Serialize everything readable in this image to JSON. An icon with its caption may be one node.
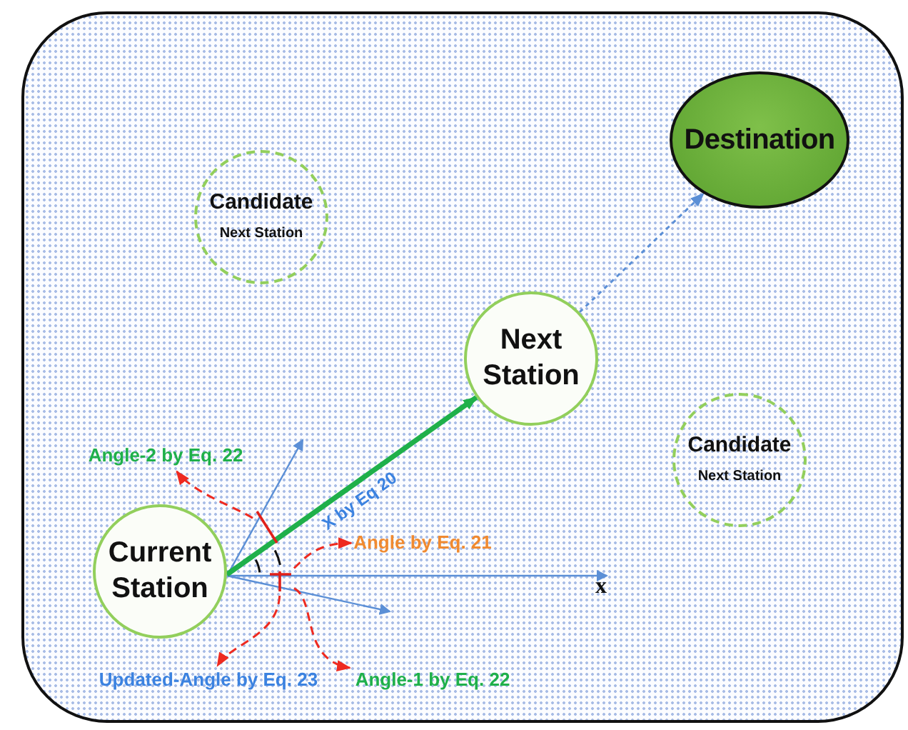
{
  "diagram": {
    "nodes": [
      {
        "text": [
          "Current Station"
        ]
      },
      {
        "text": [
          "Next Station"
        ]
      },
      {
        "text": [
          "Destination"
        ]
      },
      {
        "text": [
          "Candidate",
          "Next Station"
        ]
      },
      {
        "text": [
          "Candidate",
          "Next Station"
        ]
      },
      {
        "text": [
          "Angle-2 by Eq. 22"
        ]
      },
      {
        "text": [
          "Angle by Eq. 21"
        ]
      },
      {
        "text": [
          "Updated-Angle by Eq. 23"
        ]
      },
      {
        "text": [
          "Angle-1 by Eq. 22"
        ]
      },
      {
        "text": [],
        "shape": "bar"
      },
      {
        "text": [],
        "shape": "bar"
      }
    ],
    "edges": [
      {
        "from": 0,
        "to": 1,
        "arrow": "to",
        "label": "X by Eq 20",
        "style": "thick",
        "color": "#1fb04a"
      },
      {
        "from": 1,
        "to": 2,
        "arrow": "to",
        "style": "dashed",
        "color": "#5b8fd6"
      },
      {
        "from": 9,
        "to": 5,
        "arrow": "to",
        "style": "dashed"
      },
      {
        "from": 10,
        "to": 6,
        "arrow": "to",
        "style": "dashed"
      },
      {
        "from": 10,
        "to": 7,
        "arrow": "to",
        "style": "dashed"
      },
      {
        "from": 10,
        "to": 8,
        "arrow": "to",
        "style": "dashed"
      }
    ],
    "labels": [
      "x"
    ]
  }
}
